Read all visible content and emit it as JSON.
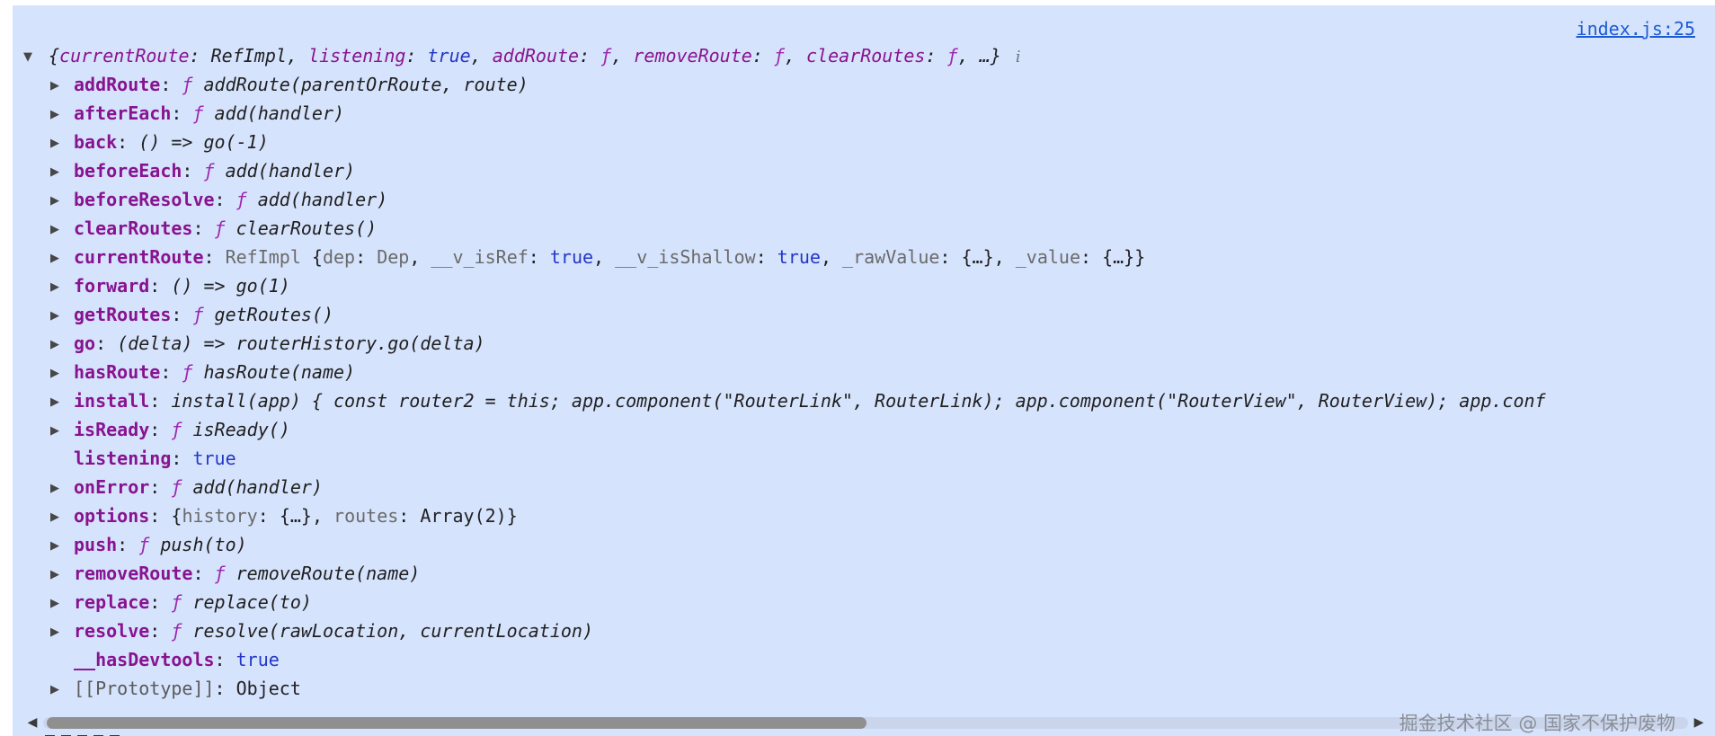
{
  "console": {
    "source_link": "index.js:25",
    "info_icon": "i",
    "icons": {
      "expanded": "▼",
      "collapsed": "▶"
    },
    "preview": {
      "segments": [
        {
          "t": "{",
          "c": "plain"
        },
        {
          "t": "currentRoute",
          "c": "pkey"
        },
        {
          "t": ": ",
          "c": "plain"
        },
        {
          "t": "RefImpl",
          "c": "plain"
        },
        {
          "t": ", ",
          "c": "plain"
        },
        {
          "t": "listening",
          "c": "pkey"
        },
        {
          "t": ": ",
          "c": "plain"
        },
        {
          "t": "true",
          "c": "blue"
        },
        {
          "t": ", ",
          "c": "plain"
        },
        {
          "t": "addRoute",
          "c": "pkey"
        },
        {
          "t": ": ",
          "c": "plain"
        },
        {
          "t": "ƒ",
          "c": "fsym"
        },
        {
          "t": ", ",
          "c": "plain"
        },
        {
          "t": "removeRoute",
          "c": "pkey"
        },
        {
          "t": ": ",
          "c": "plain"
        },
        {
          "t": "ƒ",
          "c": "fsym"
        },
        {
          "t": ", ",
          "c": "plain"
        },
        {
          "t": "clearRoutes",
          "c": "pkey"
        },
        {
          "t": ": ",
          "c": "plain"
        },
        {
          "t": "ƒ",
          "c": "fsym"
        },
        {
          "t": ", ",
          "c": "plain"
        },
        {
          "t": "…}",
          "c": "plain"
        }
      ]
    },
    "properties": [
      {
        "expandable": true,
        "name": "addRoute",
        "segments": [
          {
            "t": "ƒ",
            "c": "fsym"
          },
          {
            "t": " addRoute(parentOrRoute, route)",
            "c": "fn"
          }
        ]
      },
      {
        "expandable": true,
        "name": "afterEach",
        "segments": [
          {
            "t": "ƒ",
            "c": "fsym"
          },
          {
            "t": " add(handler)",
            "c": "fn"
          }
        ]
      },
      {
        "expandable": true,
        "name": "back",
        "segments": [
          {
            "t": "() => go(-1)",
            "c": "fn"
          }
        ]
      },
      {
        "expandable": true,
        "name": "beforeEach",
        "segments": [
          {
            "t": "ƒ",
            "c": "fsym"
          },
          {
            "t": " add(handler)",
            "c": "fn"
          }
        ]
      },
      {
        "expandable": true,
        "name": "beforeResolve",
        "segments": [
          {
            "t": "ƒ",
            "c": "fsym"
          },
          {
            "t": " add(handler)",
            "c": "fn"
          }
        ]
      },
      {
        "expandable": true,
        "name": "clearRoutes",
        "segments": [
          {
            "t": "ƒ",
            "c": "fsym"
          },
          {
            "t": " clearRoutes()",
            "c": "fn"
          }
        ]
      },
      {
        "expandable": true,
        "name": "currentRoute",
        "segments": [
          {
            "t": "RefImpl ",
            "c": "gray"
          },
          {
            "t": "{",
            "c": "plain"
          },
          {
            "t": "dep",
            "c": "gray"
          },
          {
            "t": ": ",
            "c": "plain"
          },
          {
            "t": "Dep",
            "c": "gray"
          },
          {
            "t": ", ",
            "c": "plain"
          },
          {
            "t": "__v_isRef",
            "c": "gray"
          },
          {
            "t": ": ",
            "c": "plain"
          },
          {
            "t": "true",
            "c": "blue"
          },
          {
            "t": ", ",
            "c": "plain"
          },
          {
            "t": "__v_isShallow",
            "c": "gray"
          },
          {
            "t": ": ",
            "c": "plain"
          },
          {
            "t": "true",
            "c": "blue"
          },
          {
            "t": ", ",
            "c": "plain"
          },
          {
            "t": "_rawValue",
            "c": "gray"
          },
          {
            "t": ": ",
            "c": "plain"
          },
          {
            "t": "{…}",
            "c": "plain"
          },
          {
            "t": ", ",
            "c": "plain"
          },
          {
            "t": "_value",
            "c": "gray"
          },
          {
            "t": ": ",
            "c": "plain"
          },
          {
            "t": "{…}",
            "c": "plain"
          },
          {
            "t": "}",
            "c": "plain"
          }
        ]
      },
      {
        "expandable": true,
        "name": "forward",
        "segments": [
          {
            "t": "() => go(1)",
            "c": "fn"
          }
        ]
      },
      {
        "expandable": true,
        "name": "getRoutes",
        "segments": [
          {
            "t": "ƒ",
            "c": "fsym"
          },
          {
            "t": " getRoutes()",
            "c": "fn"
          }
        ]
      },
      {
        "expandable": true,
        "name": "go",
        "segments": [
          {
            "t": "(delta) => routerHistory.go(delta)",
            "c": "fn"
          }
        ]
      },
      {
        "expandable": true,
        "name": "hasRoute",
        "segments": [
          {
            "t": "ƒ",
            "c": "fsym"
          },
          {
            "t": " hasRoute(name)",
            "c": "fn"
          }
        ]
      },
      {
        "expandable": true,
        "name": "install",
        "segments": [
          {
            "t": "install(app) { const router2 = this; app.component(\"RouterLink\", RouterLink); app.component(\"RouterView\", RouterView); app.conf",
            "c": "fn"
          }
        ]
      },
      {
        "expandable": true,
        "name": "isReady",
        "segments": [
          {
            "t": "ƒ",
            "c": "fsym"
          },
          {
            "t": " isReady()",
            "c": "fn"
          }
        ]
      },
      {
        "expandable": false,
        "name": "listening",
        "segments": [
          {
            "t": "true",
            "c": "blue"
          }
        ]
      },
      {
        "expandable": true,
        "name": "onError",
        "segments": [
          {
            "t": "ƒ",
            "c": "fsym"
          },
          {
            "t": " add(handler)",
            "c": "fn"
          }
        ]
      },
      {
        "expandable": true,
        "name": "options",
        "segments": [
          {
            "t": "{",
            "c": "plain"
          },
          {
            "t": "history",
            "c": "gray"
          },
          {
            "t": ": ",
            "c": "plain"
          },
          {
            "t": "{…}",
            "c": "plain"
          },
          {
            "t": ", ",
            "c": "plain"
          },
          {
            "t": "routes",
            "c": "gray"
          },
          {
            "t": ": ",
            "c": "plain"
          },
          {
            "t": "Array(2)",
            "c": "plain"
          },
          {
            "t": "}",
            "c": "plain"
          }
        ]
      },
      {
        "expandable": true,
        "name": "push",
        "segments": [
          {
            "t": "ƒ",
            "c": "fsym"
          },
          {
            "t": " push(to)",
            "c": "fn"
          }
        ]
      },
      {
        "expandable": true,
        "name": "removeRoute",
        "segments": [
          {
            "t": "ƒ",
            "c": "fsym"
          },
          {
            "t": " removeRoute(name)",
            "c": "fn"
          }
        ]
      },
      {
        "expandable": true,
        "name": "replace",
        "segments": [
          {
            "t": "ƒ",
            "c": "fsym"
          },
          {
            "t": " replace(to)",
            "c": "fn"
          }
        ]
      },
      {
        "expandable": true,
        "name": "resolve",
        "segments": [
          {
            "t": "ƒ",
            "c": "fsym"
          },
          {
            "t": " resolve(rawLocation, currentLocation)",
            "c": "fn"
          }
        ]
      },
      {
        "expandable": false,
        "name": "__hasDevtools",
        "segments": [
          {
            "t": "true",
            "c": "blue"
          }
        ]
      },
      {
        "expandable": true,
        "proto": true,
        "name": "[[Prototype]]",
        "segments": [
          {
            "t": "Object",
            "c": "plain"
          }
        ]
      }
    ]
  },
  "scrollbar": {
    "left_arrow": "◀",
    "right_arrow": "▶"
  },
  "watermark": "掘金技术社区 @ 国家不保护废物",
  "colors": {
    "background": "#d6e3fc",
    "property_name": "#881391",
    "boolean": "#2337c8",
    "function_symbol": "#9c27b0",
    "link": "#1d5bd6",
    "preview_gray": "#6a6a6a"
  }
}
